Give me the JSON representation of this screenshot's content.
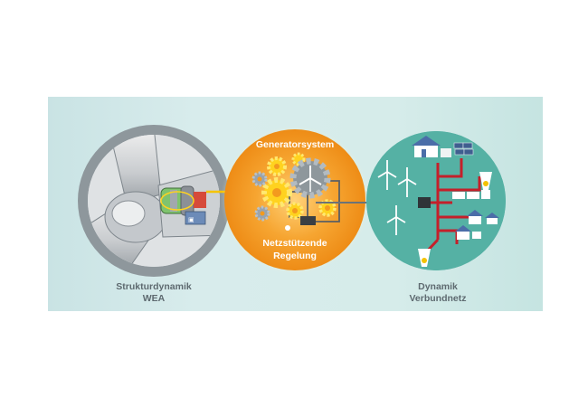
{
  "diagram": {
    "center_circle": {
      "title": "Generatorsystem",
      "subtitle_line1": "Netzstützende",
      "subtitle_line2": "Regelung"
    },
    "left_circle": {
      "caption_line1": "Strukturdynamik",
      "caption_line2": "WEA",
      "icon": "wind-turbine-nacelle-model"
    },
    "right_circle": {
      "caption_line1": "Dynamik",
      "caption_line2": "Verbundnetz",
      "icon": "power-grid-network"
    }
  },
  "colors": {
    "panel_background": "#cfe8e8",
    "gray_ring": "#8e979c",
    "orange_circle": "#f39a1e",
    "teal_circle": "#4aa99c",
    "grid_lines": "#c4202a",
    "connector": "#f5c400",
    "gear_yellow": "#ffd21f",
    "gear_gray": "#9aa4ad",
    "caption_text": "#5e6a70"
  }
}
